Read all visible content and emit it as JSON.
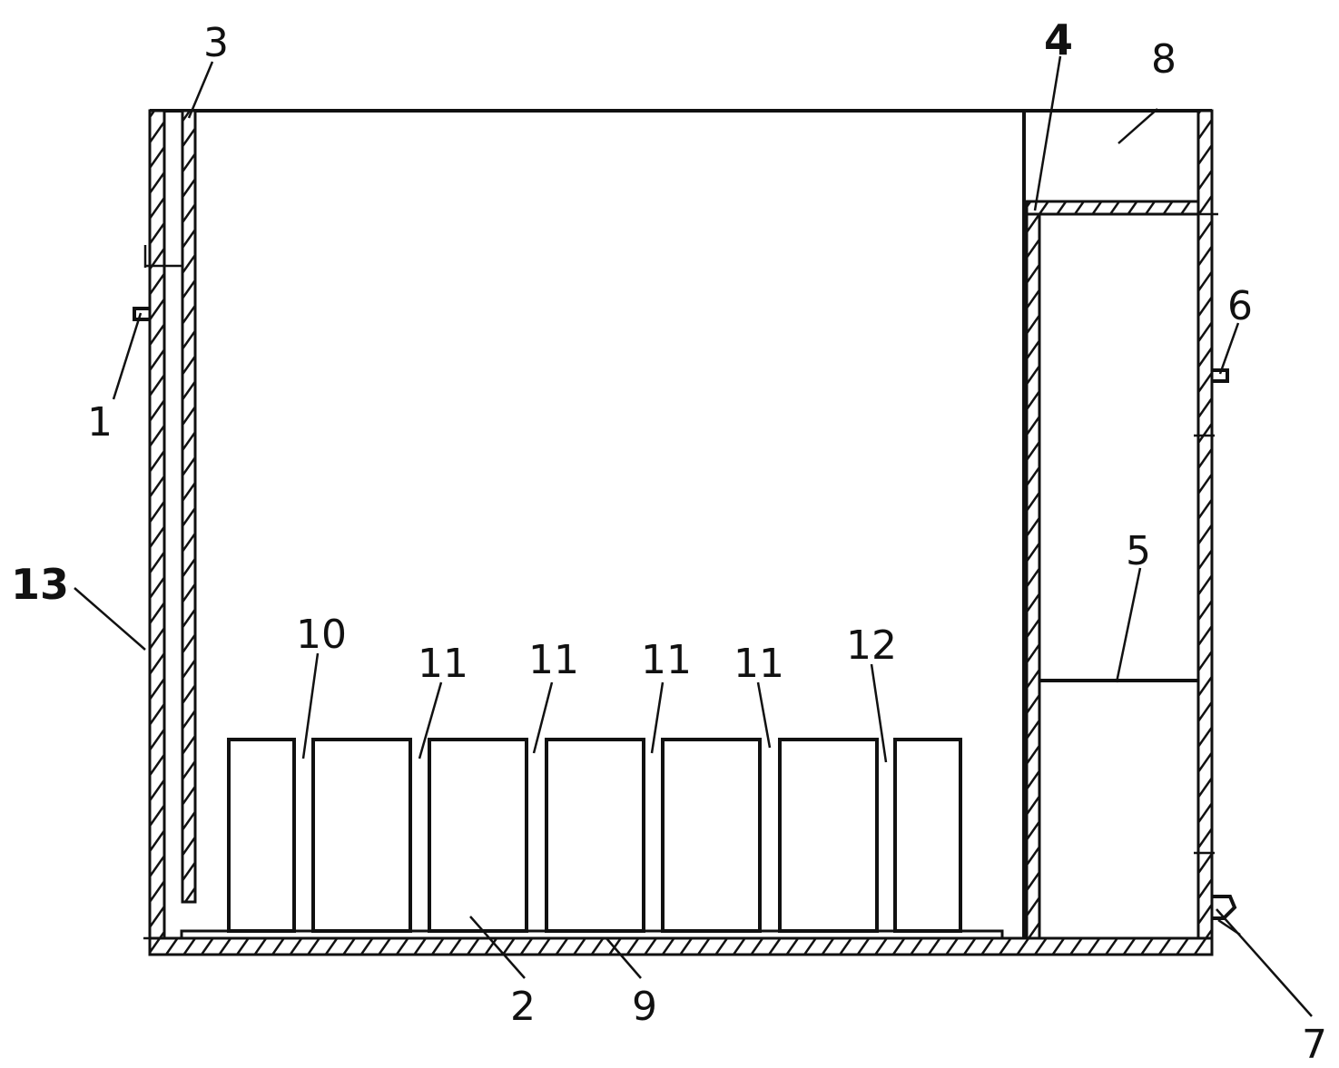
{
  "colors": {
    "ink": "#111111",
    "paper": "#ffffff"
  },
  "labels": {
    "l1": "1",
    "l2": "2",
    "l3": "3",
    "l4": "4",
    "l5": "5",
    "l6": "6",
    "l7": "7",
    "l8": "8",
    "l9": "9",
    "l10": "10",
    "l11a": "11",
    "l11b": "11",
    "l11c": "11",
    "l11d": "11",
    "l12": "12",
    "l13": "13"
  }
}
